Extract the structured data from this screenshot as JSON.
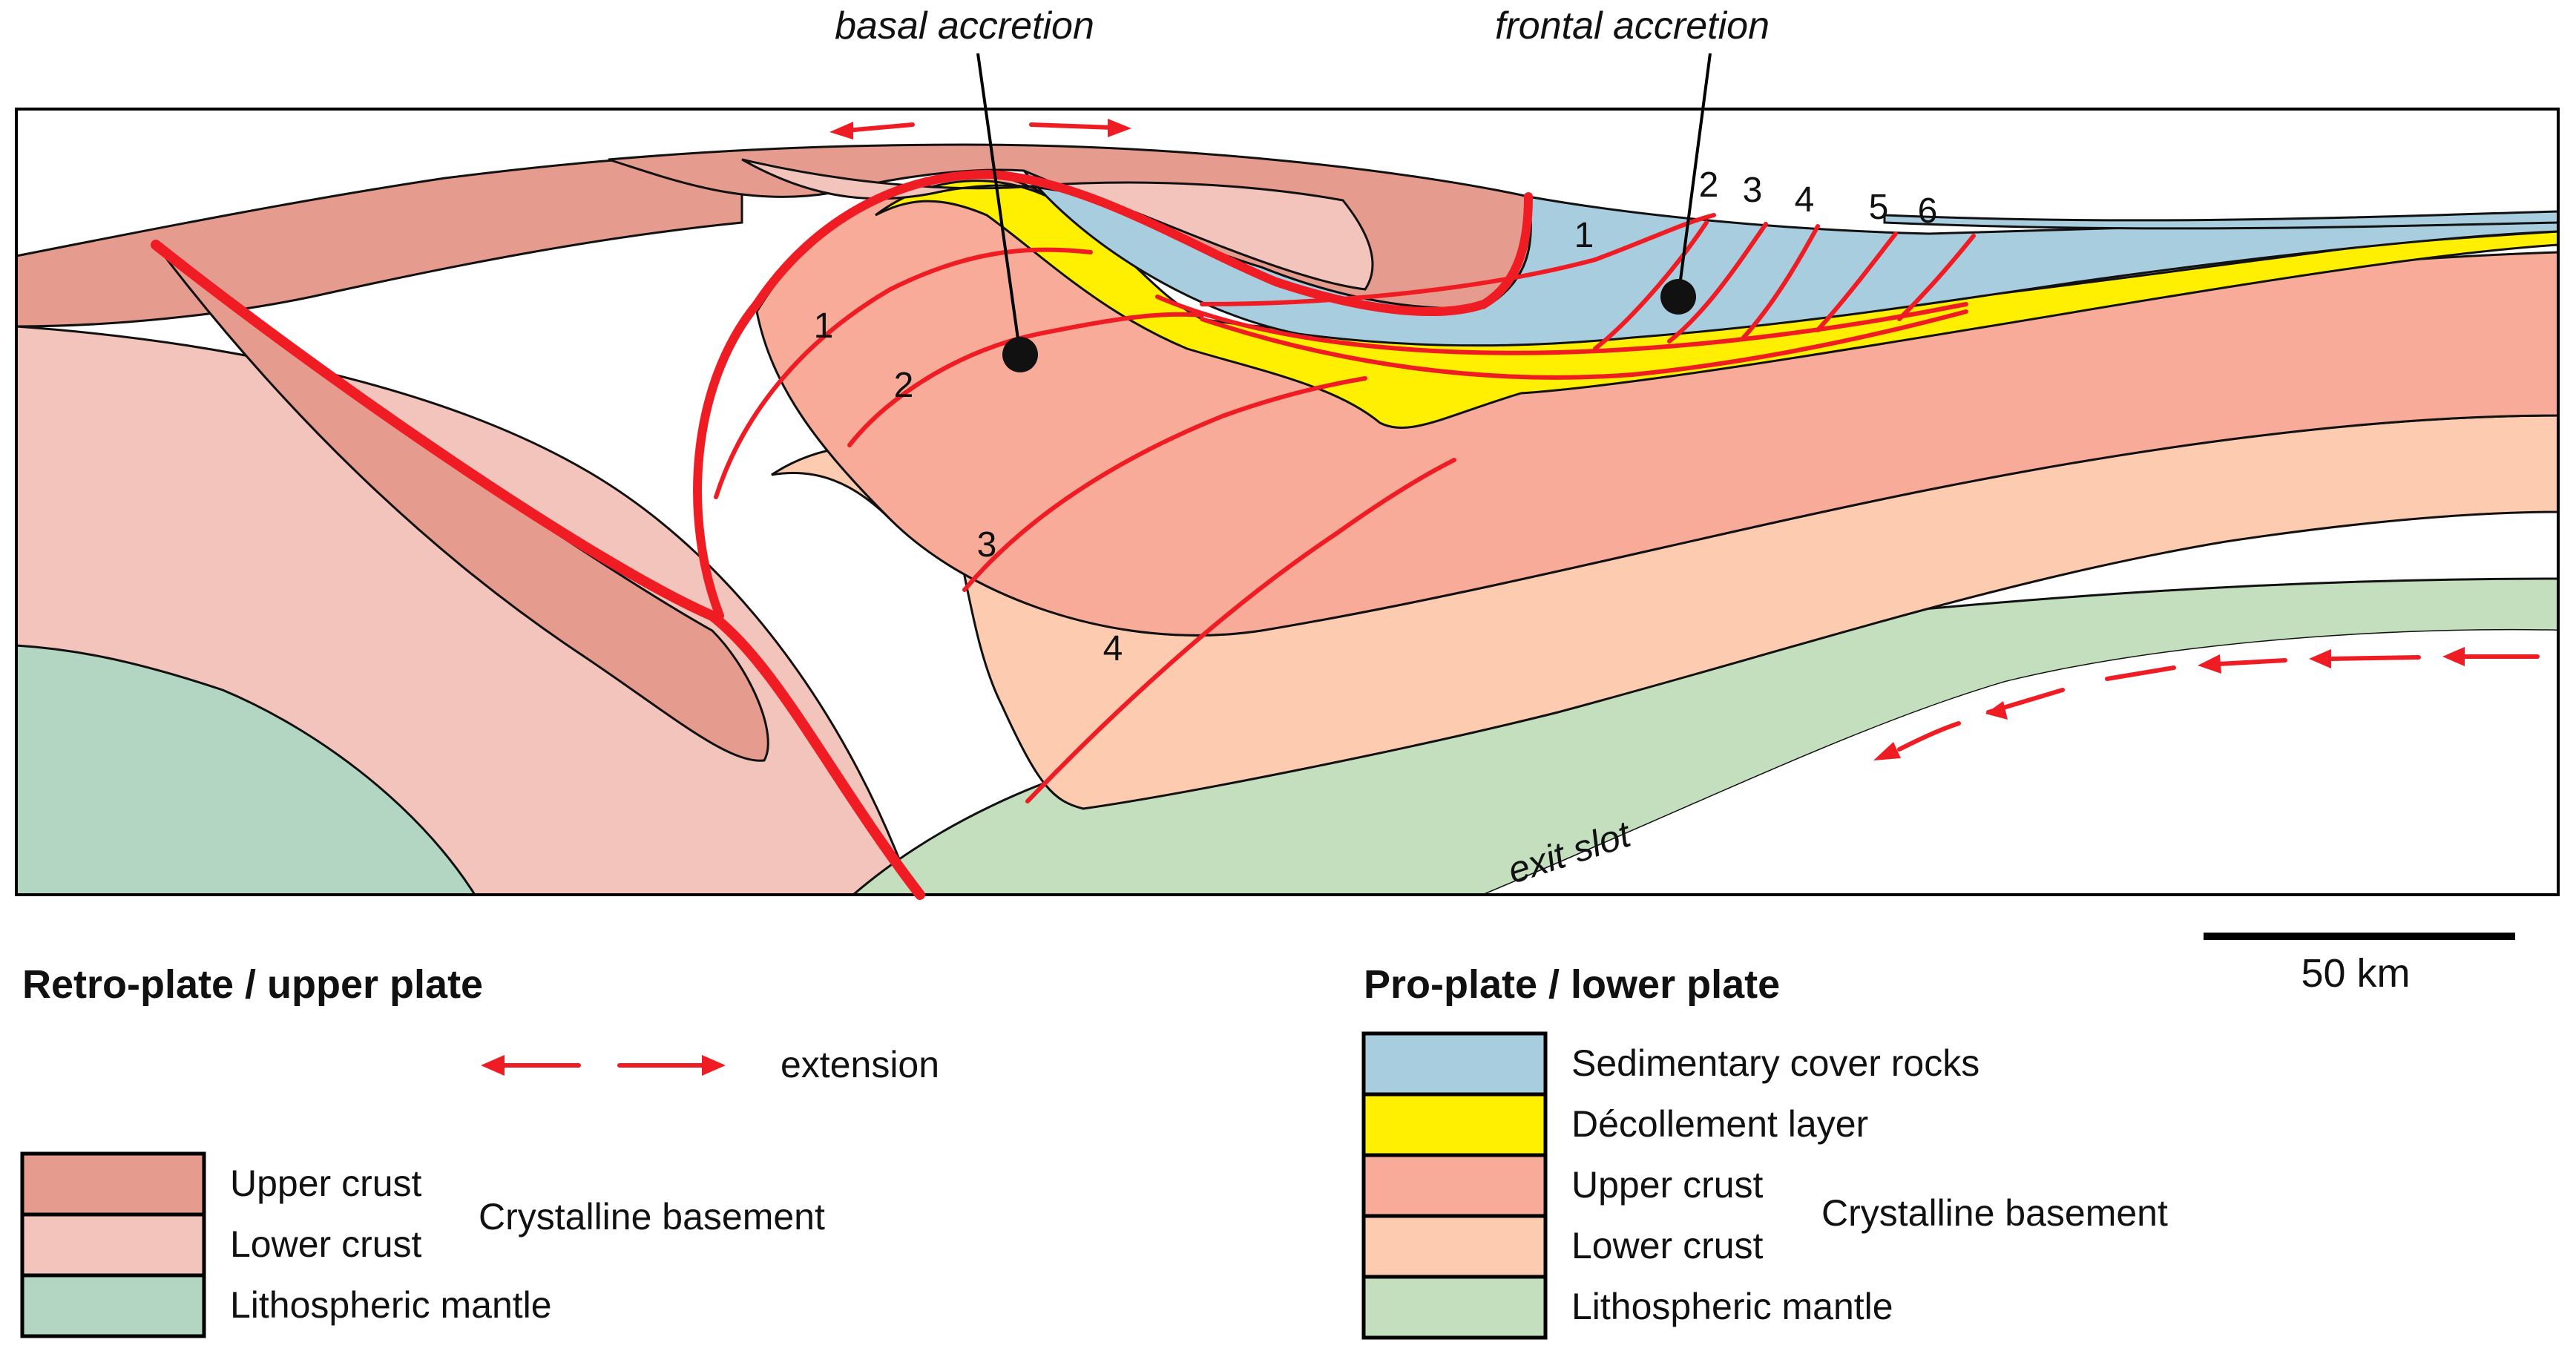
{
  "annotations": {
    "basal_accretion": "basal accretion",
    "frontal_accretion": "frontal accretion",
    "exit_slot": "exit slot"
  },
  "thrust_numbers_basal": [
    "1",
    "2",
    "3",
    "4"
  ],
  "thrust_numbers_frontal": [
    "1",
    "2",
    "3",
    "4",
    "5",
    "6"
  ],
  "scale_bar": {
    "label": "50 km"
  },
  "legend": {
    "retro": {
      "title": "Retro-plate / upper plate",
      "extension_label": "extension",
      "items": [
        "Upper crust",
        "Lower crust",
        "Lithospheric mantle"
      ],
      "group_label": "Crystalline basement"
    },
    "pro": {
      "title": "Pro-plate / lower plate",
      "items": [
        "Sedimentary cover rocks",
        "Décollement layer",
        "Upper crust",
        "Lower crust",
        "Lithospheric mantle"
      ],
      "group_label": "Crystalline basement"
    }
  },
  "colors": {
    "retro_upper_crust": "#e59c8e",
    "retro_lower_crust": "#f2c4bc",
    "retro_mantle": "#b3d6c2",
    "pro_sediment": "#a8cddf",
    "pro_decollement": "#ffef00",
    "pro_upper_crust": "#f8ab98",
    "pro_lower_crust": "#fccbb0",
    "pro_mantle": "#c3dfbd",
    "fault": "#ef1c24"
  }
}
